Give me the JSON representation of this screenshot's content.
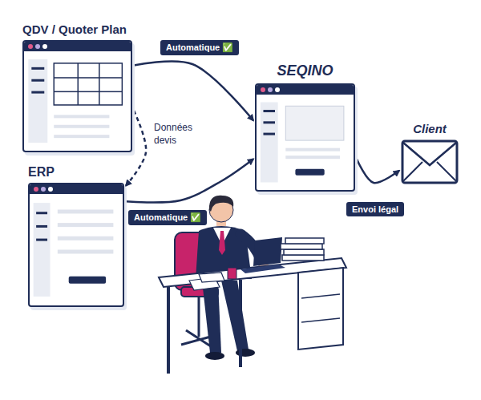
{
  "diagram": {
    "nodes": [
      {
        "text": [
          "QDV / Quoter Plan"
        ]
      },
      {
        "text": [
          "ERP"
        ]
      },
      {
        "text": [
          "SEQINO"
        ]
      },
      {
        "text": [
          "Client"
        ]
      }
    ],
    "edges": [
      {
        "from": 0,
        "to": 2,
        "arrow": "to",
        "label": "Automatique ✅"
      },
      {
        "from": 0,
        "to": 1,
        "arrow": "to",
        "label": "Données devis"
      },
      {
        "from": 1,
        "to": 2,
        "arrow": "to",
        "label": "Automatique ✅"
      },
      {
        "from": 2,
        "to": 3,
        "arrow": "to",
        "label": "Envoi légal"
      }
    ]
  }
}
